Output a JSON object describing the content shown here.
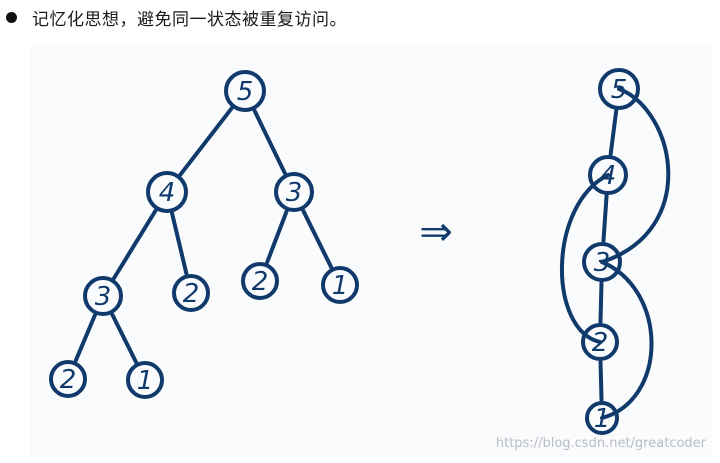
{
  "heading": {
    "text": "记忆化思想，避免同一状态被重复访问。"
  },
  "diagram": {
    "arrow_symbol": "⇒",
    "ink_color": "#103a6b",
    "watermark": "https://blog.csdn.net/greatcoder",
    "recursion_tree": {
      "nodes": [
        {
          "id": "t5",
          "label": "5"
        },
        {
          "id": "t4",
          "label": "4"
        },
        {
          "id": "t3a",
          "label": "3"
        },
        {
          "id": "t3b",
          "label": "3"
        },
        {
          "id": "t2a",
          "label": "2"
        },
        {
          "id": "t2b",
          "label": "2"
        },
        {
          "id": "t1a",
          "label": "1"
        },
        {
          "id": "t2c",
          "label": "2"
        },
        {
          "id": "t1b",
          "label": "1"
        }
      ],
      "edges": [
        [
          "t5",
          "t4"
        ],
        [
          "t5",
          "t3a"
        ],
        [
          "t4",
          "t3b"
        ],
        [
          "t4",
          "t2a"
        ],
        [
          "t3a",
          "t2b"
        ],
        [
          "t3a",
          "t1a"
        ],
        [
          "t3b",
          "t2c"
        ],
        [
          "t3b",
          "t1b"
        ]
      ]
    },
    "memoized_dag": {
      "nodes": [
        {
          "id": "m5",
          "label": "5"
        },
        {
          "id": "m4",
          "label": "4"
        },
        {
          "id": "m3",
          "label": "3"
        },
        {
          "id": "m2",
          "label": "2"
        },
        {
          "id": "m1",
          "label": "1"
        }
      ],
      "edges": [
        [
          "m5",
          "m4"
        ],
        [
          "m4",
          "m3"
        ],
        [
          "m3",
          "m2"
        ],
        [
          "m2",
          "m1"
        ],
        [
          "m5",
          "m3"
        ],
        [
          "m4",
          "m2"
        ],
        [
          "m3",
          "m1"
        ]
      ]
    }
  }
}
